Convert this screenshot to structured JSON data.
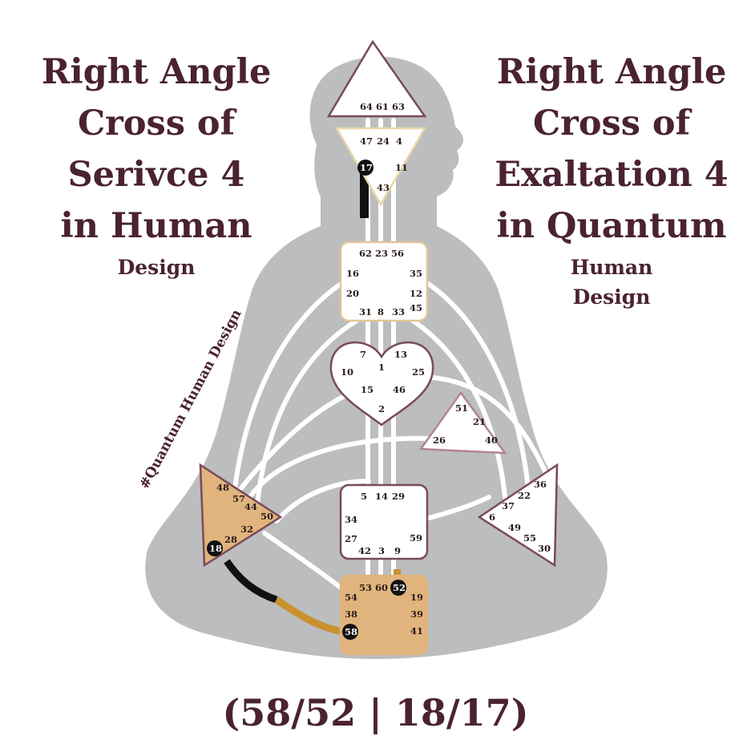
{
  "left_title": {
    "line1": "Right Angle",
    "line2": "Cross of",
    "line3": "Serivce 4",
    "line4": "in Human",
    "line5": "Design"
  },
  "right_title": {
    "line1": "Right  Angle",
    "line2": "Cross of",
    "line3": "Exaltation 4",
    "line4": "in Quantum",
    "line5": "Human",
    "line6": "Design"
  },
  "hashtag": "#Quantum Human Design",
  "formula": "(58/52 | 18/17)",
  "colors": {
    "title": "#4a2233",
    "body": "#bcbdbf",
    "defined_center": "#e0b47c",
    "center_border": "#7a4a5a",
    "activated_gate": "#111111",
    "channel_gold": "#c8922e"
  },
  "centers": {
    "head": {
      "gates": [
        "64",
        "61",
        "63"
      ]
    },
    "ajna": {
      "gates": [
        "47",
        "24",
        "4",
        "17",
        "11",
        "43"
      ],
      "activated": [
        "17"
      ]
    },
    "throat": {
      "gates": [
        "62",
        "23",
        "56",
        "16",
        "35",
        "20",
        "12",
        "45",
        "31",
        "8",
        "33"
      ]
    },
    "g": {
      "gates": [
        "7",
        "13",
        "1",
        "10",
        "25",
        "15",
        "46",
        "2"
      ]
    },
    "ego": {
      "gates": [
        "51",
        "21",
        "26",
        "40"
      ]
    },
    "sacral": {
      "gates": [
        "5",
        "14",
        "29",
        "34",
        "27",
        "59",
        "42",
        "3",
        "9"
      ]
    },
    "spleen": {
      "gates": [
        "48",
        "57",
        "44",
        "50",
        "32",
        "28",
        "18"
      ],
      "activated": [
        "18"
      ]
    },
    "solar_plexus": {
      "gates": [
        "36",
        "22",
        "37",
        "6",
        "49",
        "55",
        "30"
      ]
    },
    "root": {
      "gates": [
        "53",
        "60",
        "52",
        "54",
        "19",
        "38",
        "39",
        "58",
        "41"
      ],
      "activated": [
        "52",
        "58"
      ]
    }
  }
}
